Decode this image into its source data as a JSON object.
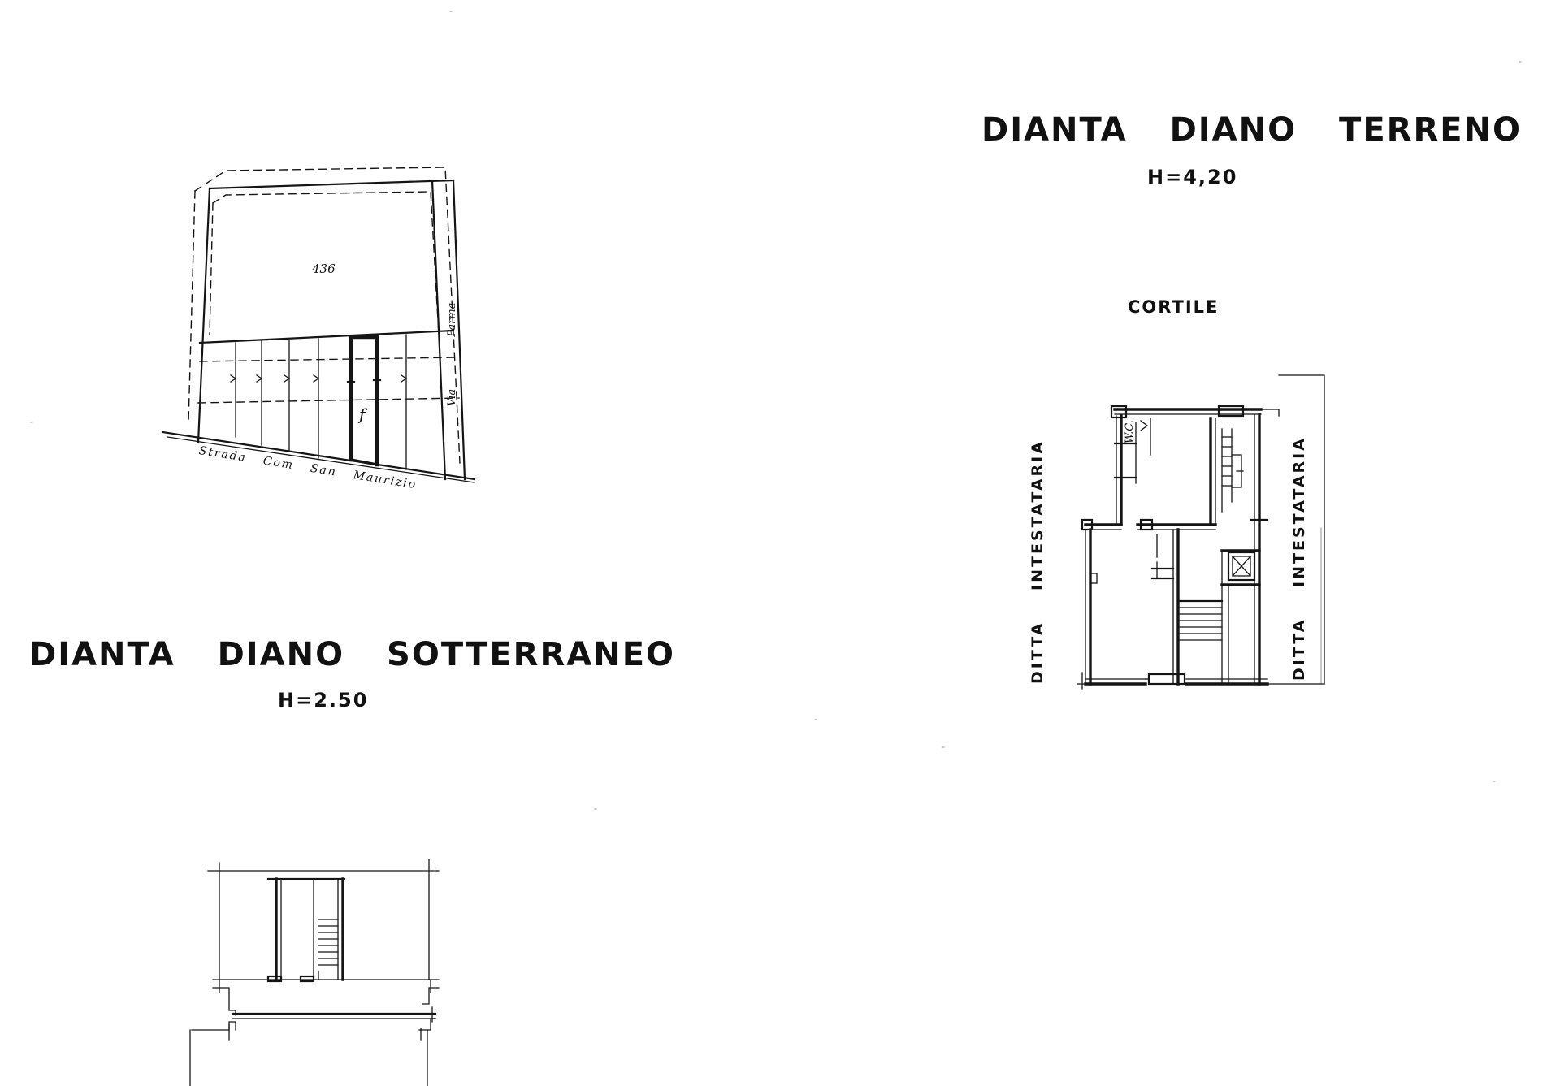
{
  "ground_floor": {
    "title": "DIANTA DIANO TERRENO",
    "height": "H=4,20",
    "courtyard_label": "CORTILE",
    "left_neighbor_label": "DITTA INTESTATARIA",
    "right_neighbor_label": "DITTA INTESTATARIA",
    "wc_label": "W.C."
  },
  "basement_floor": {
    "title": "DIANTA DIANO SOTTERRANEO",
    "height": "H=2.50"
  },
  "site_plan": {
    "parcel_number": "436",
    "unit_letter": "f",
    "street_south": "Strada Com San Maurizio",
    "street_east": "Via Parma"
  }
}
